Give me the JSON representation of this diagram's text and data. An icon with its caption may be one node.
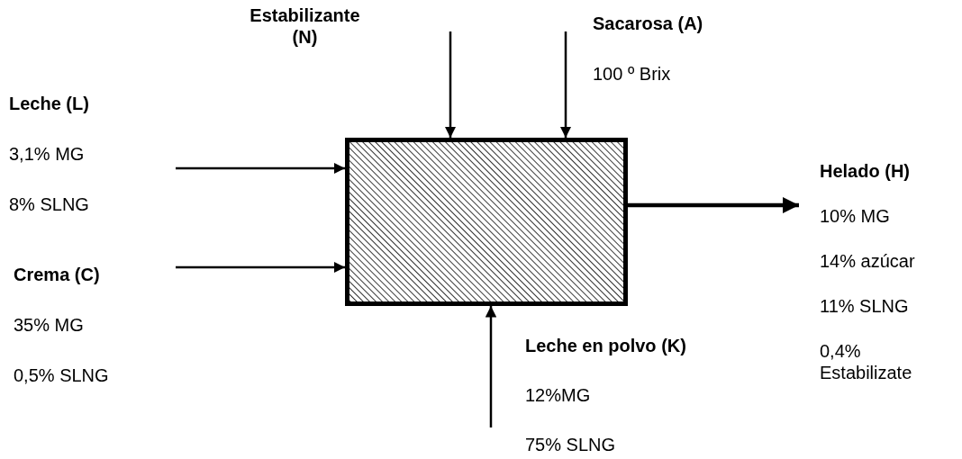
{
  "diagram": {
    "nodes": [
      {
        "text": [],
        "shape": "box"
      },
      {
        "text": [
          "Estabilizante (N)"
        ]
      },
      {
        "text": [
          "Sacarosa (A)",
          "100 º Brix"
        ]
      },
      {
        "text": [
          "Leche (L)",
          "3,1% MG",
          "8% SLNG"
        ]
      },
      {
        "text": [
          "Crema (C)",
          "35% MG",
          "0,5% SLNG"
        ]
      },
      {
        "text": [
          "Leche en polvo (K)",
          "12%MG",
          "75% SLNG"
        ]
      },
      {
        "text": [
          "Helado (H)",
          "10% MG",
          "14% azúcar",
          "11% SLNG",
          "0,4% Estabilizate"
        ]
      }
    ],
    "edges": [
      {
        "from": null,
        "to": 0,
        "arrow": "to"
      },
      {
        "from": 2,
        "to": 0,
        "arrow": "to"
      },
      {
        "from": null,
        "to": 0,
        "arrow": "to"
      },
      {
        "from": null,
        "to": 0,
        "arrow": "to"
      },
      {
        "from": null,
        "to": 0,
        "arrow": "to"
      },
      {
        "from": 0,
        "to": 6,
        "arrow": "to",
        "style": "thick"
      }
    ]
  }
}
